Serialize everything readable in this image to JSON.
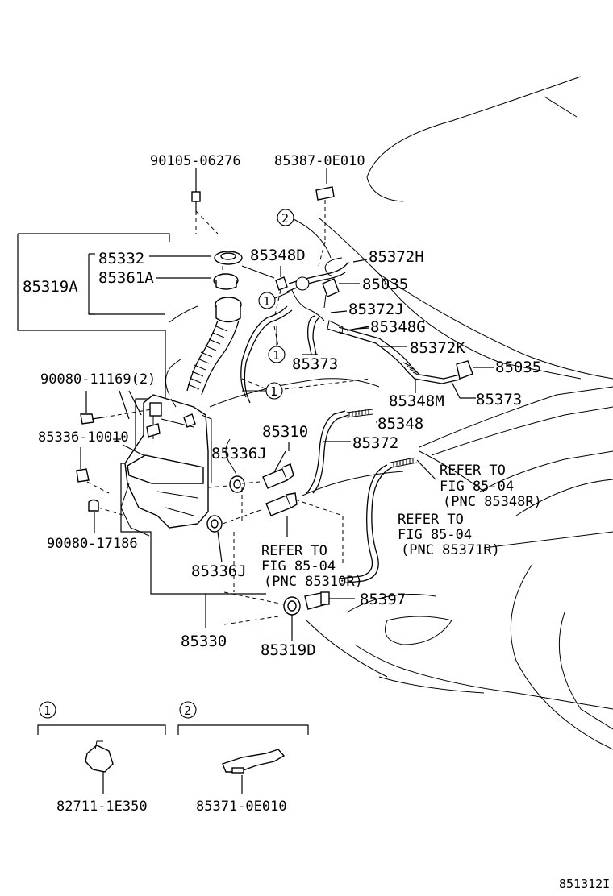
{
  "labels": {
    "bolt_top": "90105-06276",
    "bracket_top": "85387-0E010",
    "cap_ring": "85332",
    "cap": "85361A",
    "inlet_assy": "85319A",
    "clip_d": "85348D",
    "hose_h": "85372H",
    "nozzle_right_top": "85035",
    "hose_j": "85372J",
    "clip_g": "85348G",
    "hose_k": "85372K",
    "check_valve_upper": "85373",
    "nozzle_right_mid": "85035",
    "clip_m": "85348M",
    "check_valve_lower": "85373",
    "screw_left": "90080-11169(2)",
    "clip_row": "85348",
    "motor": "85310",
    "hose_main": "85372",
    "grommet_left": "85336-10010",
    "grommet_j_upper": "85336J",
    "refer_1_a": "REFER TO",
    "refer_1_b": "FIG 85-04",
    "refer_1_c": "(PNC 85348R)",
    "refer_2_a": "REFER TO",
    "refer_2_b": "FIG 85-04",
    "refer_2_c": "(PNC 85371R)",
    "clip_left_lower": "90080-17186",
    "refer_3_a": "REFER TO",
    "refer_3_b": "FIG 85-04",
    "refer_3_c": "(PNC 85310R)",
    "grommet_j_lower": "85336J",
    "sensor": "85397",
    "tank": "85330",
    "grommet_d": "85319D",
    "inset1_num": "1",
    "inset2_num": "2",
    "inset1_part": "82711-1E350",
    "inset2_part": "85371-0E010",
    "figure_id": "851312I"
  },
  "callouts": {
    "one": "1",
    "two": "2"
  }
}
